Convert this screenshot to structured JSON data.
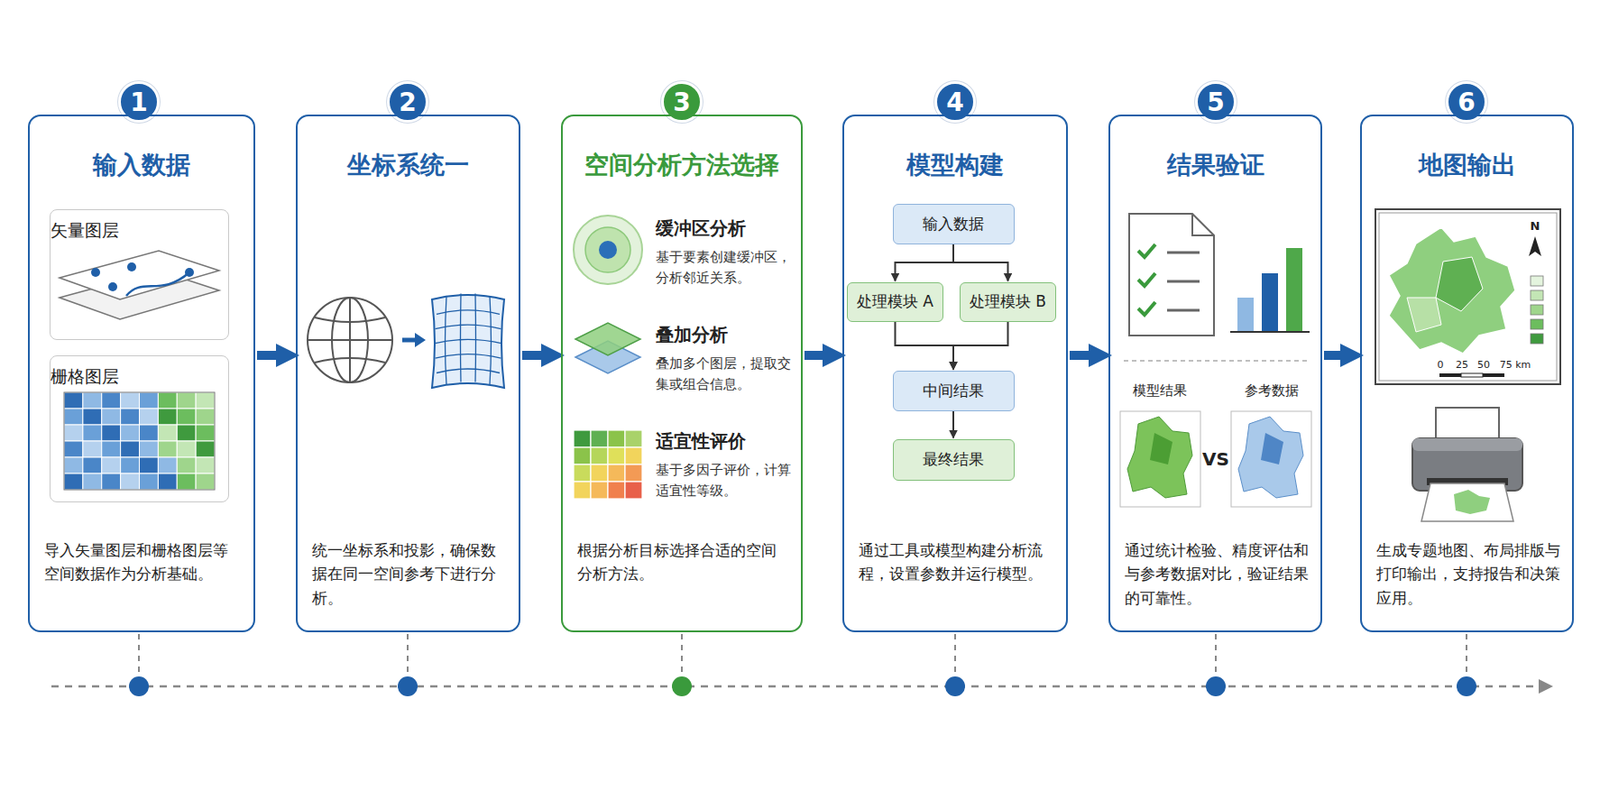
{
  "diagram": {
    "nodes": [
      {
        "text": [
          "1"
        ]
      },
      {
        "text": [
          "输入数据",
          "导入矢量图层和栅格图层等空间数据作为分析基础。"
        ]
      },
      {
        "text": [
          "矢量图层"
        ],
        "in": 1
      },
      {
        "text": [
          "栅格图层"
        ],
        "in": 1
      },
      {
        "text": [
          "2"
        ]
      },
      {
        "text": [
          "坐标系统一",
          "统一坐标系和投影，确保数据在同一空间参考下进行分析。"
        ]
      },
      {
        "text": [
          "3"
        ]
      },
      {
        "text": [
          "空间分析方法选择",
          "根据分析目标选择合适的空间分析方法。"
        ]
      },
      {
        "text": [
          "4"
        ]
      },
      {
        "text": [
          "模型构建",
          "通过工具或模型构建分析流程，设置参数并运行模型。"
        ]
      },
      {
        "text": [
          "输入数据"
        ],
        "in": 9
      },
      {
        "text": [
          "处理模块 A"
        ],
        "in": 9
      },
      {
        "text": [
          "处理模块 B"
        ],
        "in": 9
      },
      {
        "text": [
          "中间结果"
        ],
        "in": 9
      },
      {
        "text": [
          "最终结果"
        ],
        "in": 9
      },
      {
        "text": [
          "5"
        ]
      },
      {
        "text": [
          "结果验证",
          "通过统计检验、精度评估和与参考数据对比，验证结果的可靠性。"
        ]
      },
      {
        "text": [
          "6"
        ]
      },
      {
        "text": [
          "地图输出",
          "生成专题地图、布局排版与打印输出，支持报告和决策应用。"
        ]
      }
    ],
    "edges": [
      {
        "from": 1,
        "to": 5,
        "arrow": "to"
      },
      {
        "from": 5,
        "to": 7,
        "arrow": "to"
      },
      {
        "from": 7,
        "to": 9,
        "arrow": "to"
      },
      {
        "from": 9,
        "to": 16,
        "arrow": "to"
      },
      {
        "from": 16,
        "to": 18,
        "arrow": "to"
      },
      {
        "from": 10,
        "to": 11,
        "arrow": "to"
      },
      {
        "from": 10,
        "to": 12,
        "arrow": "to"
      },
      {
        "from": 11,
        "to": 13,
        "arrow": "to"
      },
      {
        "from": 12,
        "to": 13,
        "arrow": "to"
      },
      {
        "from": 13,
        "to": 14,
        "arrow": "to"
      }
    ],
    "labels": [
      "缓冲区分析",
      "基于要素创建缓冲区，分析邻近关系。",
      "叠加分析",
      "叠加多个图层，提取交集或组合信息。",
      "适宜性评价",
      "基于多因子评价，计算适宜性等级。",
      "模型结果",
      "参考数据",
      "VS",
      "N",
      "0",
      "25",
      "50",
      "75 km"
    ]
  }
}
